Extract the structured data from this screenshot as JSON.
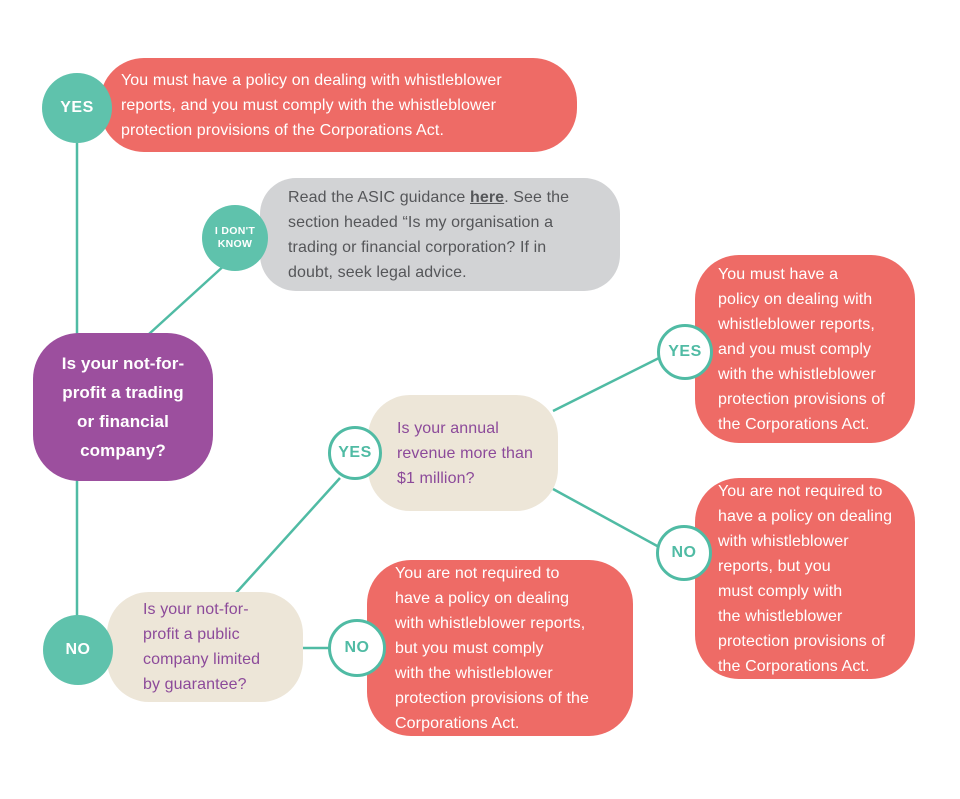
{
  "palette": {
    "teal": "#5fc2ac",
    "teal_line": "#50bba4",
    "red": "#ee6b66",
    "purple": "#9c4f9e",
    "cream": "#ede6d8",
    "gray": "#d2d3d5",
    "gray_text": "#555659",
    "purple_text": "#8c4a9a",
    "white": "#ffffff"
  },
  "labels": {
    "yes": "YES",
    "no": "NO",
    "dont_know": "I DON'T\nKNOW"
  },
  "nodes": {
    "q_trading": {
      "text": "Is your not-for-\nprofit a trading\nor financial\ncompany?"
    },
    "a_must_top": {
      "text": "You must have a policy on dealing with whistleblower\nreports, and you must comply with the whistleblower\nprotection provisions of the Corporations Act."
    },
    "guidance": {
      "before": "Read the ASIC guidance ",
      "link": "here",
      "after": ". See the\nsection headed “Is my organisation a\ntrading or financial corporation? If in\ndoubt, seek legal advice."
    },
    "q_revenue": {
      "text": "Is your annual\nrevenue more than\n$1 million?"
    },
    "a_must_right": {
      "text": "You must have a\npolicy on dealing with\nwhistleblower reports,\nand you must comply\nwith the whistleblower\nprotection provisions of\nthe Corporations Act."
    },
    "a_not_required_right": {
      "text": "You are not required to\nhave a policy on dealing\nwith whistleblower\nreports, but you\nmust comply with\nthe whistleblower\nprotection provisions of\nthe Corporations Act."
    },
    "q_guarantee": {
      "text": "Is your not-for-\nprofit a public\ncompany limited\nby guarantee?"
    },
    "a_not_required_bottom": {
      "text": "You are not required to\nhave a policy on dealing\nwith whistleblower reports,\nbut you must comply\nwith the whistleblower\nprotection provisions of the\nCorporations Act."
    }
  }
}
